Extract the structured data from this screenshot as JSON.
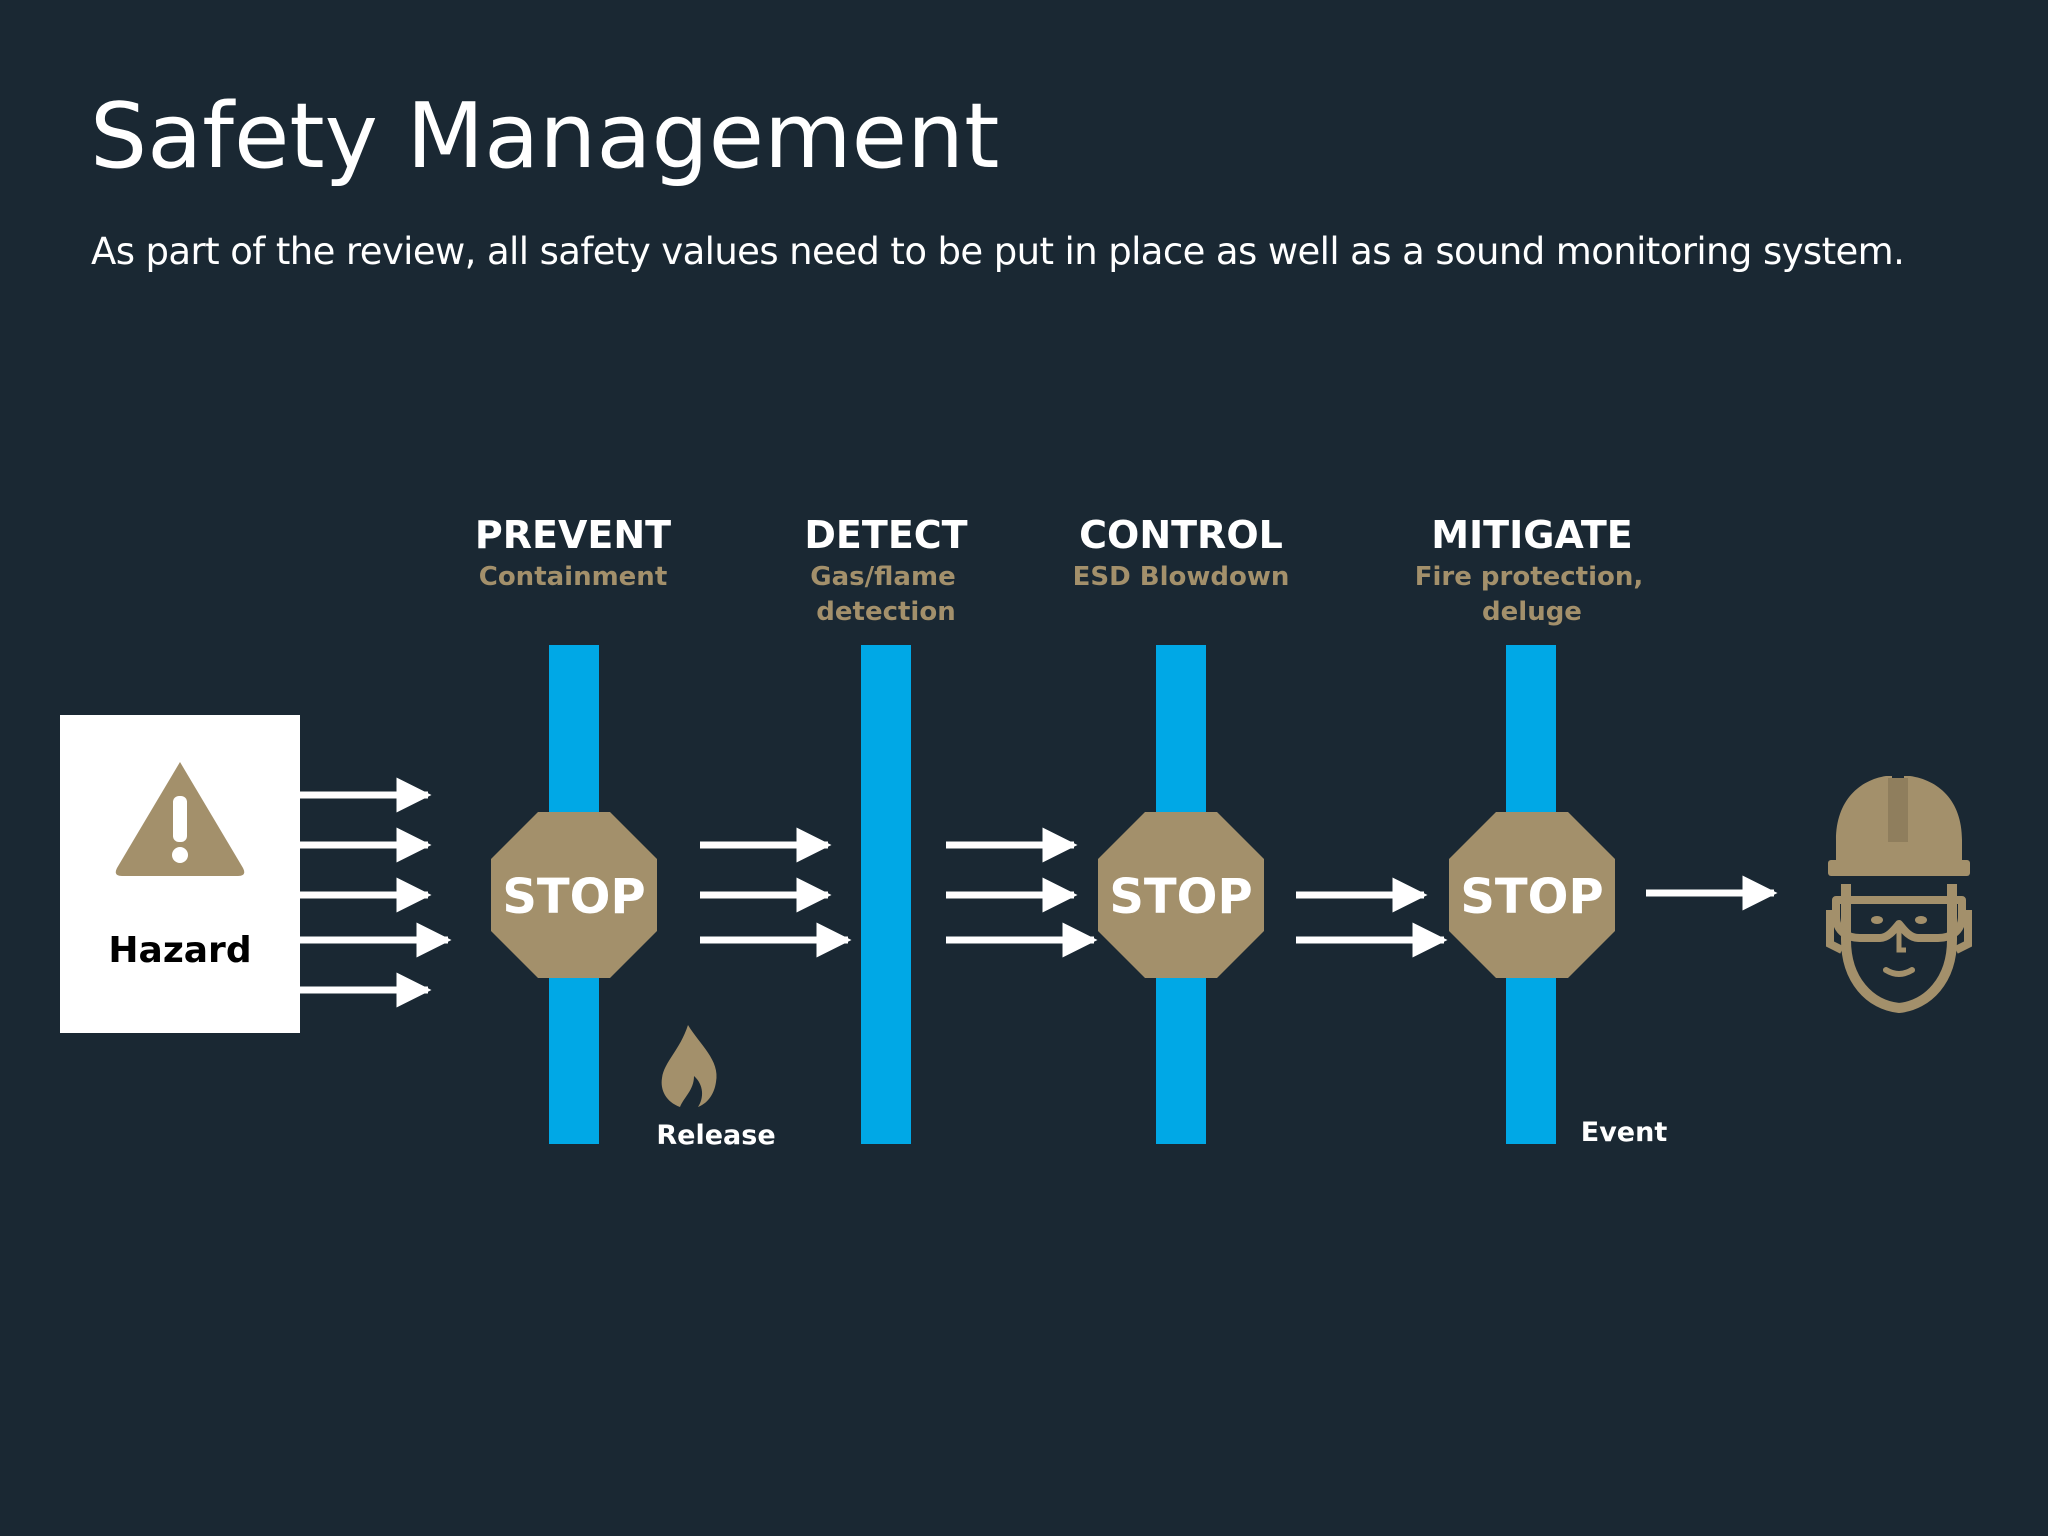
{
  "slide": {
    "title": "Safety Management",
    "subtitle": "As part of the review, all safety values need to be put in place as well as a sound monitoring system."
  },
  "hazard": {
    "label": "Hazard",
    "icon": "warning-triangle-icon"
  },
  "stages": [
    {
      "name": "PREVENT",
      "desc_lines": [
        "Containment"
      ],
      "has_stop": true
    },
    {
      "name": "DETECT",
      "desc_lines": [
        "Gas/flame",
        "detection"
      ],
      "has_stop": false
    },
    {
      "name": "CONTROL",
      "desc_lines": [
        "ESD Blowdown"
      ],
      "has_stop": true
    },
    {
      "name": "MITIGATE",
      "desc_lines": [
        "Fire protection,",
        "deluge"
      ],
      "has_stop": true
    }
  ],
  "stop_label": "STOP",
  "markers": {
    "release": {
      "label": "Release",
      "icon": "flame-icon"
    },
    "event": {
      "label": "Event"
    }
  },
  "target": {
    "icon": "hard-hat-worker-icon"
  },
  "colors": {
    "background": "#1a2833",
    "barrier": "#00a8e6",
    "accent_gold": "#a3906b",
    "text": "#ffffff"
  }
}
